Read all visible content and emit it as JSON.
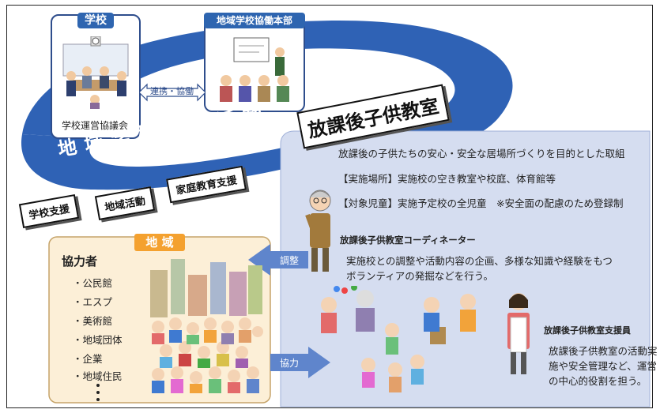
{
  "school": {
    "tab": "学校",
    "caption": "学校運営協議会"
  },
  "hq": {
    "tab": "地域学校協働本部"
  },
  "link_label": "連携・協働",
  "activity_title": "地域学校協働活動",
  "after_school": {
    "title": "放課後子供教室",
    "purpose": "放課後の子供たちの安心・安全な居場所づくりを目的とした取組",
    "place": "【実施場所】実施校の空き教室や校庭、体育館等",
    "target": "【対象児童】実施予定校の全児童　※安全面の配慮のため登録制",
    "coordinator_title": "放課後子供教室コーディネーター",
    "coordinator_desc_1": "実施校との調整や活動内容の企画、多様な知識や経験をもつ",
    "coordinator_desc_2": "ボランティアの発掘などを行う。",
    "staff_title": "放課後子供教室支援員",
    "staff_desc_1": "放課後子供教室の活動実",
    "staff_desc_2": "施や安全管理など、運営",
    "staff_desc_3": "の中心的役割を担う。"
  },
  "support_tags": [
    "学校支援",
    "地域活動",
    "家庭教育支援"
  ],
  "community": {
    "tab": "地 域",
    "heading": "協力者",
    "items": [
      "・公民館",
      "・エスプ",
      "・美術館",
      "・地域団体",
      "・企業",
      "・地域住民"
    ]
  },
  "arrows": {
    "adjust": "調整",
    "cooperate": "協力"
  },
  "colors": {
    "ring": "#2f62b5",
    "panel": "#d5ddf0",
    "community_bg": "#fcefd7",
    "community_tab": "#f4a12f"
  }
}
